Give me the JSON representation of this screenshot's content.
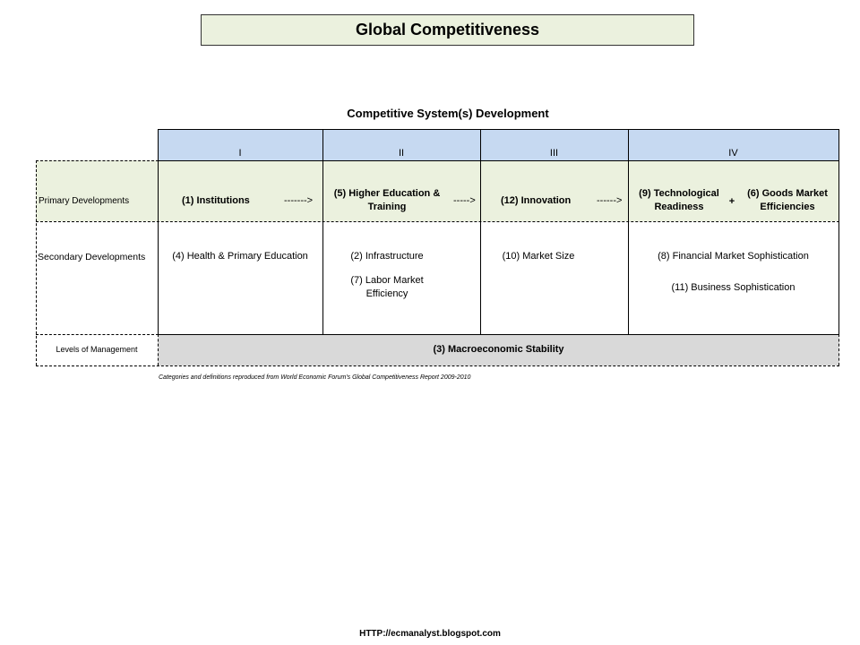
{
  "title": "Global Competitiveness",
  "subtitle": "Competitive System(s) Development",
  "columns": [
    "I",
    "II",
    "III",
    "IV"
  ],
  "rows": {
    "primary_label": "Primary Developments",
    "secondary_label": "Secondary Developments",
    "levels_label": "Levels of Management"
  },
  "primary": {
    "c1_num": "(1)",
    "c1_text": "Institutions",
    "c1_arrow": "------->",
    "c2_num": "(5)",
    "c2_line1": "Higher Education &",
    "c2_line2": "Training",
    "c2_arrow": "----->",
    "c3_num": "(12)",
    "c3_text": "Innovation",
    "c3_arrow": "------>",
    "c4a_num": "(9)",
    "c4a_line1": "Technological",
    "c4a_line2": "Readiness",
    "plus": "+",
    "c4b_num": "(6)",
    "c4b_line1": "Goods Market",
    "c4b_line2": "Efficiencies"
  },
  "secondary": {
    "c1": "(4) Health & Primary Education",
    "c2a": "(2) Infrastructure",
    "c2b_line1": "(7) Labor Market",
    "c2b_line2": "Efficiency",
    "c3": "(10) Market Size",
    "c4a": "(8) Financial Market Sophistication",
    "c4b": "(11) Business Sophistication"
  },
  "macro": {
    "num": "(3)",
    "text": "Macroeconomic Stability"
  },
  "footnote": "Categories and definitions reproduced from World Economic Forum's Global Competitiveness Report 2009-2010",
  "footer": "HTTP://ecmanalyst.blogspot.com",
  "colors": {
    "title_bg": "#ebf1de",
    "header_bg": "#c6d9f1",
    "primary_bg": "#ebf1de",
    "macro_bg": "#d9d9d9"
  }
}
